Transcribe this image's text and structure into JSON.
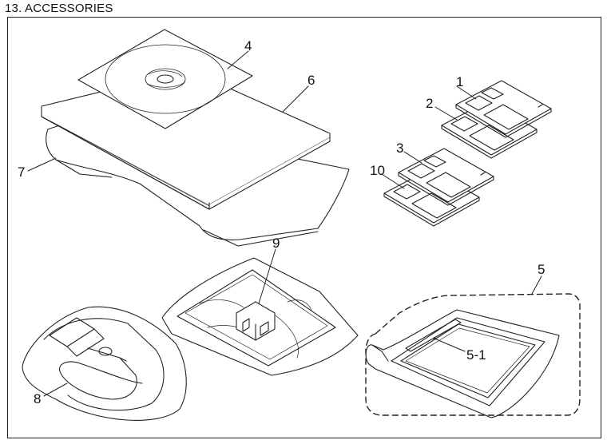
{
  "header": {
    "title": "13. ACCESSORIES"
  },
  "callouts": {
    "c1": "1",
    "c2": "2",
    "c3": "3",
    "c4": "4",
    "c5": "5",
    "c5_1": "5-1",
    "c6": "6",
    "c7": "7",
    "c8": "8",
    "c9": "9",
    "c10": "10"
  },
  "colors": {
    "line": "#222222",
    "background": "#ffffff"
  }
}
